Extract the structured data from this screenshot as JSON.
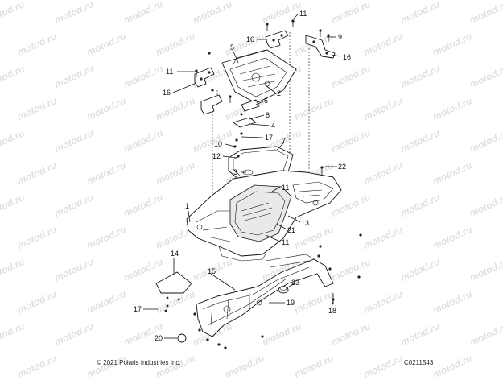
{
  "watermark": "motod.ru",
  "footer": {
    "copyright": "© 2021 Polaris Industries Inc.",
    "code": "C0211543"
  },
  "callouts": [
    "1",
    "2",
    "3",
    "4",
    "5",
    "6",
    "7",
    "8",
    "9",
    "10",
    "11",
    "12",
    "13",
    "14",
    "15",
    "16",
    "17",
    "18",
    "19",
    "20",
    "21",
    "22",
    "23"
  ]
}
